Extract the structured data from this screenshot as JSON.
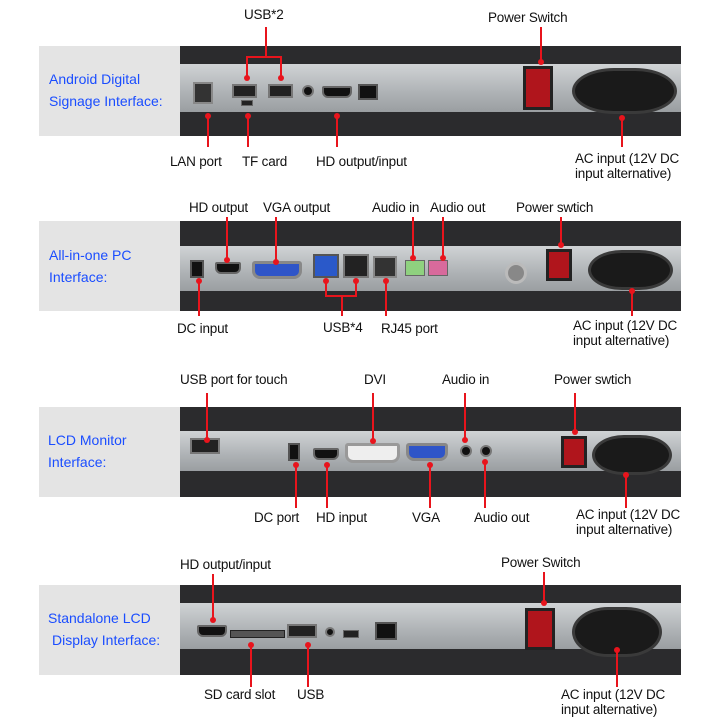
{
  "sections": [
    {
      "title_line1": "Android Digital",
      "title_line2": "Signage Interface:",
      "labels": {
        "usb2": "USB*2",
        "power_switch": "Power Switch",
        "lan_port": "LAN port",
        "tf_card": "TF card",
        "hd_output_input": "HD output/input",
        "ac_input_line1": "AC input (12V DC",
        "ac_input_line2": "input alternative)"
      }
    },
    {
      "title_line1": "All-in-one PC",
      "title_line2": "Interface:",
      "labels": {
        "hd_output": "HD output",
        "vga_output": "VGA output",
        "audio_in": "Audio in",
        "audio_out": "Audio out",
        "power_switch": "Power swtich",
        "dc_input": "DC input",
        "usb4": "USB*4",
        "rj45_port": "RJ45 port",
        "ac_input_line1": "AC input (12V DC",
        "ac_input_line2": "input alternative)"
      }
    },
    {
      "title_line1": "LCD Monitor",
      "title_line2": "Interface:",
      "labels": {
        "usb_touch": "USB port for touch",
        "dvi": "DVI",
        "audio_in": "Audio in",
        "power_switch": "Power swtich",
        "dc_port": "DC port",
        "hd_input": "HD input",
        "vga": "VGA",
        "audio_out": "Audio out",
        "ac_input_line1": "AC input (12V DC",
        "ac_input_line2": "input alternative)"
      }
    },
    {
      "title_line1": "Standalone LCD",
      "title_line2": "Display Interface:",
      "labels": {
        "hd_output_input": "HD output/input",
        "power_switch": "Power Switch",
        "sd_card_slot": "SD card slot",
        "usb": "USB",
        "ac_input_line1": "AC input (12V DC",
        "ac_input_line2": "input alternative)"
      }
    }
  ],
  "colors": {
    "accent_line": "#e8141c",
    "title_blue": "#1a4dff"
  }
}
